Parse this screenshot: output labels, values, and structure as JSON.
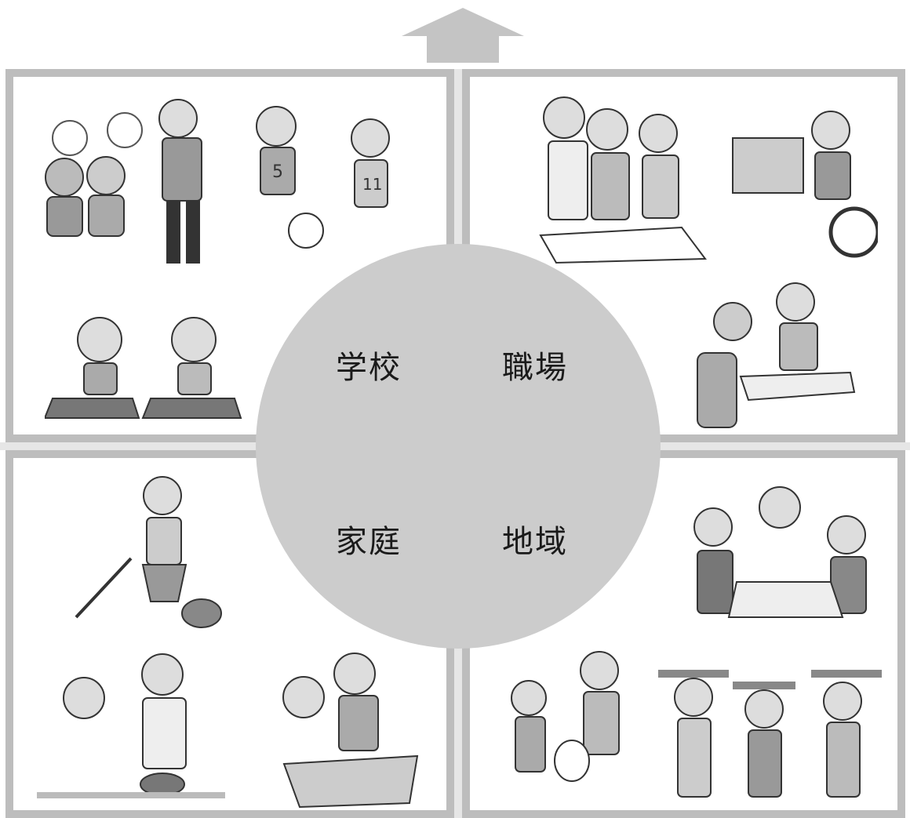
{
  "arrow": {
    "direction": "up",
    "icon": "up-arrow-icon",
    "color": "#c4c4c4"
  },
  "colors": {
    "frame": "#bdbdbd",
    "center_circle": "#cccccc",
    "background": "#ffffff"
  },
  "quadrants": [
    {
      "key": "school",
      "label": "学校",
      "illustrations": [
        "teacher-with-children",
        "children-playing-soccer",
        "students-raising-hands"
      ]
    },
    {
      "key": "workplace",
      "label": "職場",
      "illustrations": [
        "office-team-meeting",
        "wheelchair-user-at-computer",
        "reception-counter-consultation"
      ]
    },
    {
      "key": "home",
      "label": "家庭",
      "illustrations": [
        "woman-vacuuming",
        "father-and-child-cooking",
        "parents-bathing-baby"
      ]
    },
    {
      "key": "region",
      "label": "地域",
      "illustrations": [
        "community-meeting",
        "neighborhood-cleanup",
        "seniors-exercising"
      ]
    }
  ]
}
